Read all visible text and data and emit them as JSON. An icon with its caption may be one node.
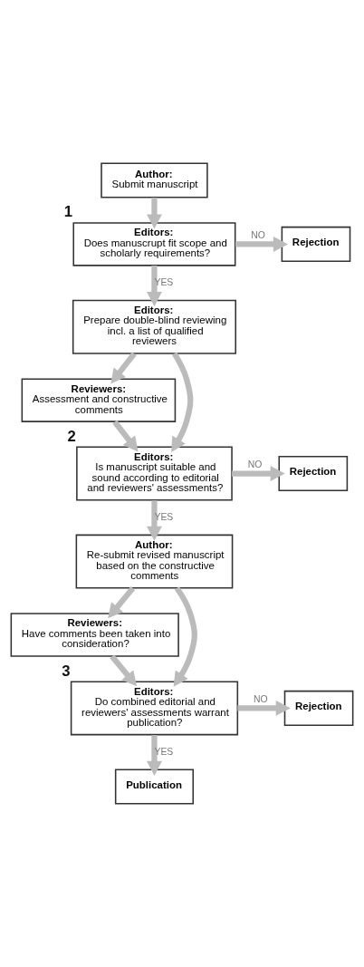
{
  "diagram": {
    "nodes": [
      {
        "text": [
          "Author:",
          "Submit manuscript"
        ]
      },
      {
        "text": [
          "Editors:",
          "Does manuscrupt fit scope and scholarly requirements?"
        ],
        "beside": [
          "1"
        ]
      },
      {
        "text": [
          "Rejection"
        ]
      },
      {
        "text": [
          "Editors:",
          "Prepare double-blind reviewing incl. a list of qualified reviewers"
        ]
      },
      {
        "text": [
          "Reviewers:",
          "Assessment and constructive comments"
        ]
      },
      {
        "text": [
          "Editors:",
          "Is manuscript suitable and sound according to editorial and reviewers' assessments?"
        ],
        "beside": [
          "2"
        ]
      },
      {
        "text": [
          "Rejection"
        ]
      },
      {
        "text": [
          "Author:",
          "Re-submit revised manuscript based on the constructive comments"
        ]
      },
      {
        "text": [
          "Reviewers:",
          "Have comments been taken into consideration?"
        ]
      },
      {
        "text": [
          "Editors:",
          "Do combined editorial and reviewers' assessments warrant publication?"
        ],
        "beside": [
          "3"
        ]
      },
      {
        "text": [
          "Rejection"
        ]
      },
      {
        "text": [
          "Publication"
        ]
      }
    ],
    "edges": [
      {
        "from": 0,
        "to": 1,
        "arrow": "to"
      },
      {
        "from": 1,
        "to": 2,
        "arrow": "to",
        "label": "NO"
      },
      {
        "from": 1,
        "to": 3,
        "arrow": "to",
        "label": "YES"
      },
      {
        "from": 3,
        "to": 4,
        "arrow": "to"
      },
      {
        "from": 3,
        "to": 5,
        "arrow": "to"
      },
      {
        "from": 4,
        "to": 5,
        "arrow": "to"
      },
      {
        "from": 5,
        "to": 6,
        "arrow": "to",
        "label": "NO"
      },
      {
        "from": 5,
        "to": 7,
        "arrow": "to",
        "label": "YES"
      },
      {
        "from": 7,
        "to": 8,
        "arrow": "to"
      },
      {
        "from": 7,
        "to": 9,
        "arrow": "to"
      },
      {
        "from": 8,
        "to": 9,
        "arrow": "to"
      },
      {
        "from": 9,
        "to": 10,
        "arrow": "to",
        "label": "NO"
      },
      {
        "from": 9,
        "to": 11,
        "arrow": "to",
        "label": "YES"
      }
    ]
  }
}
